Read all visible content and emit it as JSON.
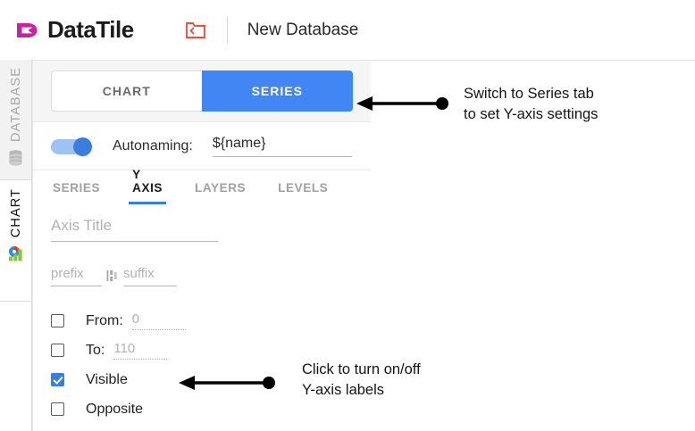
{
  "header": {
    "logo_text": "DataTile",
    "logo_icon": "datatile-logo-icon",
    "folder_icon": "folder-back-icon",
    "database_title": "New Database"
  },
  "rail": {
    "tabs": [
      {
        "label": "DATABASE",
        "icon": "database-cylinder-icon",
        "active": false
      },
      {
        "label": "CHART",
        "icon": "chart-pie-bars-icon",
        "active": true
      }
    ]
  },
  "panel": {
    "mode_tabs": [
      {
        "label": "CHART",
        "active": false
      },
      {
        "label": "SERIES",
        "active": true
      }
    ],
    "autonaming": {
      "label": "Autonaming:",
      "toggle_on": true,
      "value": "${name}"
    },
    "subtabs": [
      {
        "label": "SERIES",
        "active": false
      },
      {
        "label": "Y AXIS",
        "active": true
      },
      {
        "label": "LAYERS",
        "active": false
      },
      {
        "label": "LEVELS",
        "active": false
      }
    ],
    "axis_title": {
      "placeholder": "Axis Title",
      "value": ""
    },
    "prefix": {
      "placeholder": "prefix",
      "value": ""
    },
    "suffix": {
      "placeholder": "suffix",
      "value": ""
    },
    "format_icon": "number-format-icon",
    "checkboxes": [
      {
        "label": "From:",
        "checked": false,
        "value": "0",
        "has_value": true
      },
      {
        "label": "To:",
        "checked": false,
        "value": "110",
        "has_value": true
      },
      {
        "label": "Visible",
        "checked": true,
        "has_value": false
      },
      {
        "label": "Opposite",
        "checked": false,
        "has_value": false
      }
    ]
  },
  "annotations": [
    {
      "text": "Switch to Series tab\nto set Y-axis settings"
    },
    {
      "text": "Click to turn on/off\nY-axis labels"
    }
  ],
  "colors": {
    "accent_blue": "#4285f4",
    "toggle_blue": "#3b7ddd",
    "logo_magenta": "#c9229e",
    "folder_red": "#e8533f",
    "panel_gray": "#f5f5f5"
  }
}
